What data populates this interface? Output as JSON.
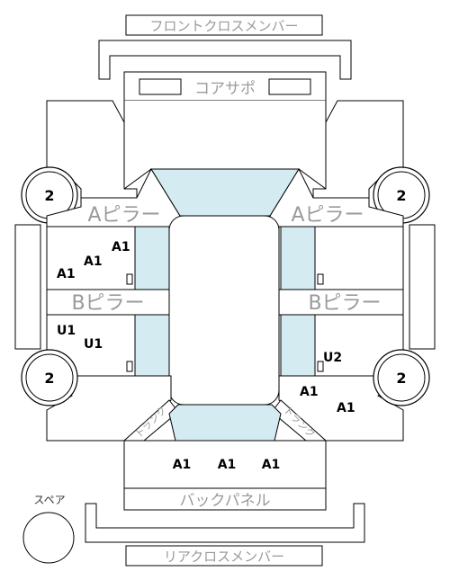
{
  "labels": {
    "front_cross_member": "フロントクロスメンバー",
    "core_support": "コアサポ",
    "a_pillar_left": "Aピラー",
    "a_pillar_right": "Aピラー",
    "b_pillar_left": "Bピラー",
    "b_pillar_right": "Bピラー",
    "trunk_left": "トランク",
    "trunk_right": "トランク",
    "back_panel": "バックパネル",
    "spare": "スペア",
    "rear_cross_member": "リアクロスメンバー"
  },
  "wheels": {
    "front_left": "2",
    "front_right": "2",
    "rear_left": "2",
    "rear_right": "2"
  },
  "grades": {
    "front_left_1": "A1",
    "front_left_2": "A1",
    "front_left_3": "A1",
    "rear_left_1": "U1",
    "rear_left_2": "U1",
    "rear_right_u": "U2",
    "rear_right_1": "A1",
    "rear_right_2": "A1",
    "back_1": "A1",
    "back_2": "A1",
    "back_3": "A1"
  },
  "colors": {
    "glass": "#d5ebf2",
    "outline": "#000000",
    "label_gray": "#9a9a9a"
  }
}
